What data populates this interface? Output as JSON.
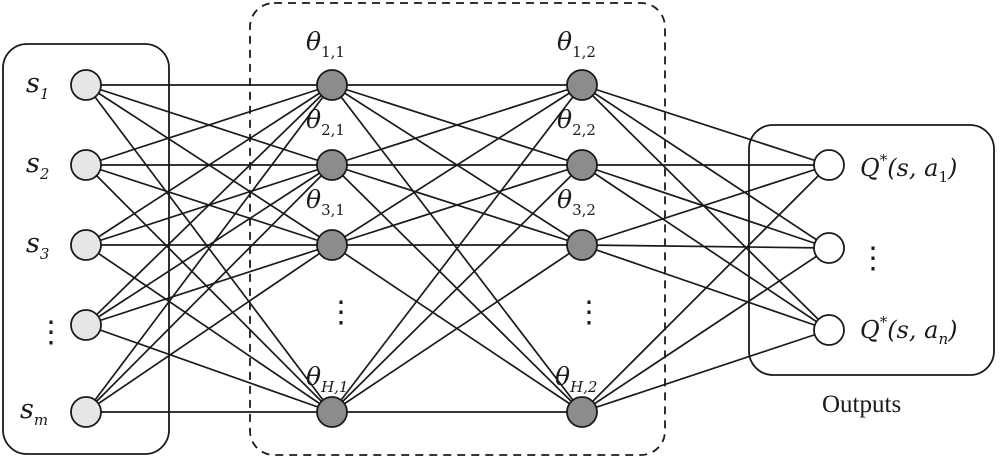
{
  "input_labels": [
    {
      "base": "s",
      "sub": "1"
    },
    {
      "base": "s",
      "sub": "2"
    },
    {
      "base": "s",
      "sub": "3"
    },
    {
      "base": "⋮",
      "sub": ""
    },
    {
      "base": "s",
      "sub": "m"
    }
  ],
  "hidden1_labels": [
    {
      "base": "θ",
      "sub": "1,1"
    },
    {
      "base": "θ",
      "sub": "2,1"
    },
    {
      "base": "θ",
      "sub": "3,1"
    },
    {
      "base": "⋮",
      "sub": ""
    },
    {
      "base": "θ",
      "sub": "H,1"
    }
  ],
  "hidden2_labels": [
    {
      "base": "θ",
      "sub": "1,2"
    },
    {
      "base": "θ",
      "sub": "2,2"
    },
    {
      "base": "θ",
      "sub": "3,2"
    },
    {
      "base": "⋮",
      "sub": ""
    },
    {
      "base": "θ",
      "sub": "H,2"
    }
  ],
  "output_labels": [
    {
      "prefix": "Q",
      "sup": "*",
      "args": "(s, a",
      "sub": "1",
      "close": ")"
    },
    {
      "prefix": "⋮",
      "sup": "",
      "args": "",
      "sub": "",
      "close": ""
    },
    {
      "prefix": "Q",
      "sup": "*",
      "args": "(s, a",
      "sub": "n",
      "close": ")"
    }
  ],
  "outputs_caption": "Outputs",
  "colors": {
    "input_node_fill": "#e6e6e6",
    "hidden_node_fill": "#8c8c8c",
    "output_node_fill": "#ffffff",
    "stroke": "#1a1a1a"
  }
}
